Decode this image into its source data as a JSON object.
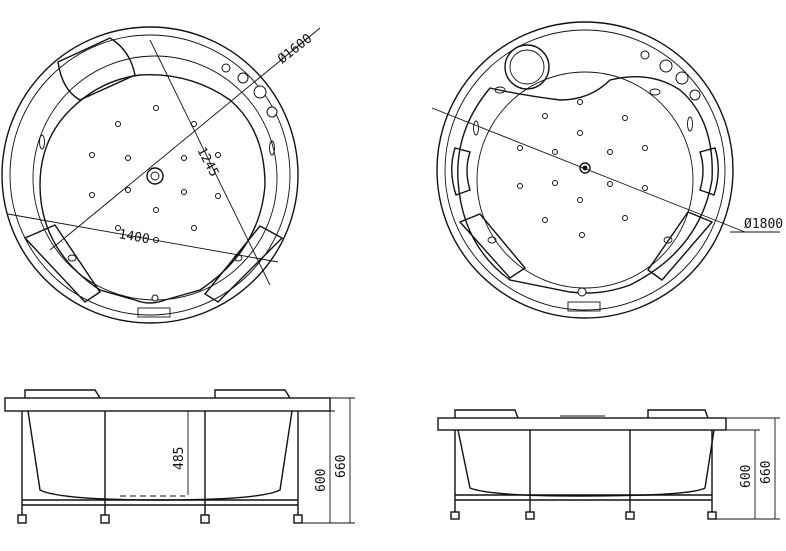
{
  "top_view_1": {
    "dia_outer": "Ø1600",
    "dia_inner": "1245",
    "width": "1400"
  },
  "top_view_2": {
    "dia_outer": "Ø1800"
  },
  "side_view_1": {
    "depth": "485",
    "height_tub": "600",
    "height_total": "660"
  },
  "side_view_2": {
    "height_tub": "600",
    "height_total": "660"
  }
}
